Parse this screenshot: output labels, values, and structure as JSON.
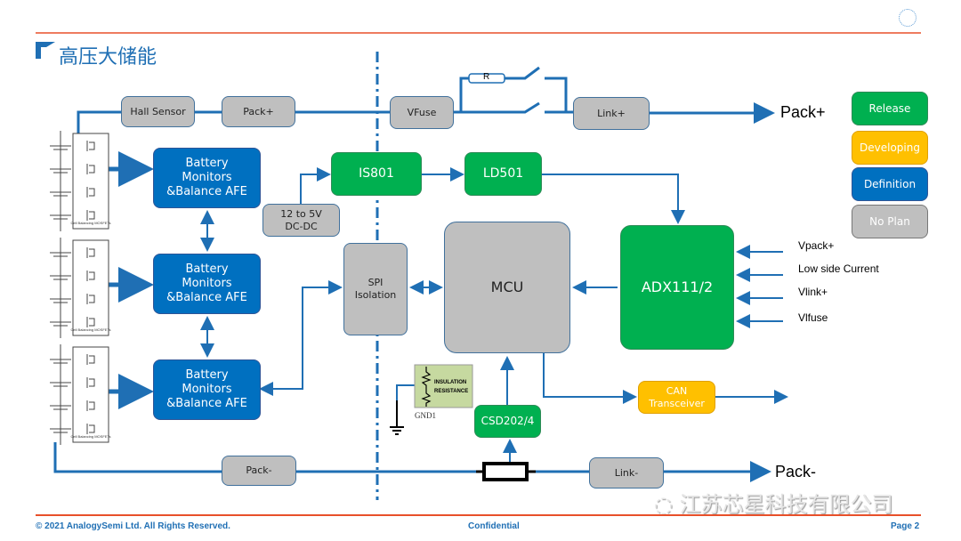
{
  "title": "高压大储能",
  "colors": {
    "release": "#00b050",
    "developing": "#ffc000",
    "definition": "#0070c0",
    "no_plan": "#bfbfbf",
    "wire": "#1f6fb4",
    "rule": "#e8502a"
  },
  "legend": [
    "Release",
    "Developing",
    "Definition",
    "No Plan"
  ],
  "top_path": {
    "hall": "Hall Sensor",
    "pack_plus_box": "Pack+",
    "vfuse": "VFuse",
    "resistor": "R",
    "link_plus": "Link+",
    "pack_plus": "Pack+"
  },
  "afe": [
    {
      "l1": "Battery",
      "l2": "Monitors",
      "l3": "&Balance AFE"
    },
    {
      "l1": "Battery",
      "l2": "Monitors",
      "l3": "&Balance AFE"
    },
    {
      "l1": "Battery",
      "l2": "Monitors",
      "l3": "&Balance AFE"
    }
  ],
  "cell_label": "Cell Balancing MOSFETs",
  "dcdc": {
    "l1": "12 to 5V",
    "l2": "DC-DC"
  },
  "is801": "IS801",
  "ld501": "LD501",
  "spi": {
    "l1": "SPI",
    "l2": "Isolation"
  },
  "mcu": "MCU",
  "adx": "ADX111/2",
  "inputs": [
    "Vpack+",
    "Low side Current",
    "Vlink+",
    "Vlfuse"
  ],
  "can": {
    "l1": "CAN",
    "l2": "Transceiver"
  },
  "insulation": {
    "l1": "INSULATION",
    "l2": "RESISTANCE"
  },
  "gnd": "GND1",
  "csd": "CSD202/4",
  "bottom_path": {
    "pack_minus_box": "Pack-",
    "link_minus": "Link-",
    "pack_minus": "Pack-"
  },
  "watermark": "江苏芯星科技有限公司",
  "footer": {
    "copyright": "© 2021 AnalogySemi Ltd. All Rights Reserved.",
    "confidential": "Confidential",
    "page": "Page 2"
  }
}
